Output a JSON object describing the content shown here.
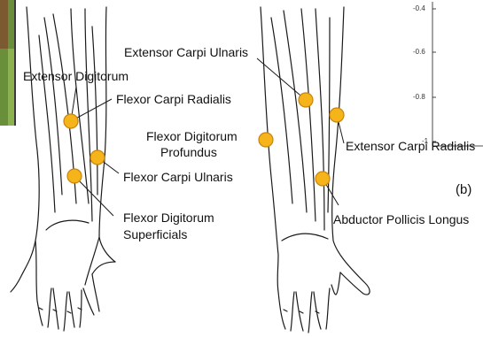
{
  "labels": {
    "extensor_digitorum": "Extensor Digitorum",
    "flexor_carpi_radialis": "Flexor Carpi Radialis",
    "flexor_carpi_ulnaris": "Flexor Carpi Ulnaris",
    "flexor_digitorum_superficials_1": "Flexor Digitorum",
    "flexor_digitorum_superficials_2": "Superficials",
    "extensor_carpi_ulnaris": "Extensor Carpi Ulnaris",
    "flexor_digitorum_profundus_1": "Flexor Digitorum",
    "flexor_digitorum_profundus_2": "Profundus",
    "extensor_carpi_radialis": "Extensor Carpi Radialis",
    "abductor_pollicis_longus": "Abductor Pollicis Longus"
  },
  "axis_ticks": [
    "-0.4",
    "-0.6",
    "-0.8",
    "-1"
  ],
  "panel_label": "(b)",
  "colors": {
    "electrode_fill": "#f4b41a",
    "electrode_stroke": "#c9830a",
    "line": "#1a1a1a"
  }
}
